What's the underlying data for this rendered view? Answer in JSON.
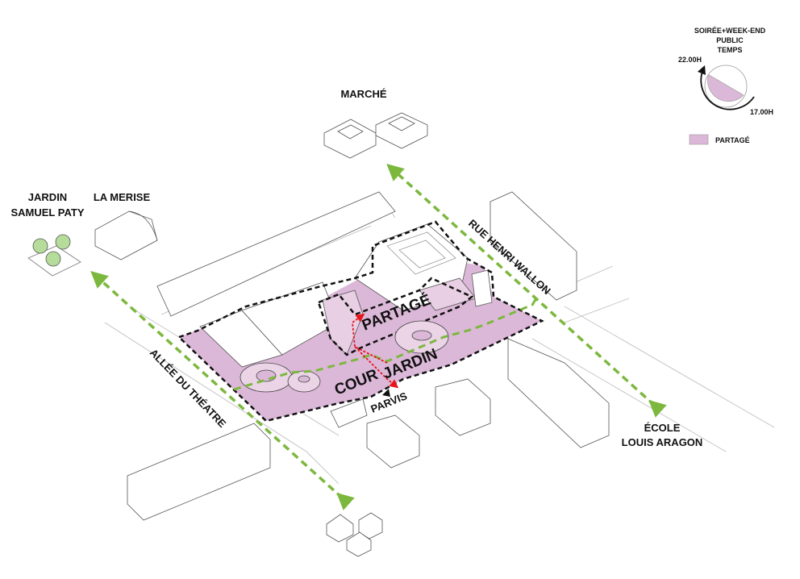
{
  "legend": {
    "title_line1": "SOIRÉE+WEEK-END",
    "title_line2": "PUBLIC",
    "title_line3": "TEMPS",
    "time_start": "22.00H",
    "time_end": "17.00H",
    "swatch_label": "PARTAGÉ"
  },
  "places": {
    "marche": "MARCHÉ",
    "jardin_line1": "JARDIN",
    "jardin_line2": "SAMUEL PATY",
    "la_merise": "LA MERISE",
    "ecole_line1": "ÉCOLE",
    "ecole_line2": "LOUIS ARAGON"
  },
  "streets": {
    "rue": "RUE HENRI WALLON",
    "allee": "ALLÉE DU THÉATRE"
  },
  "zones": {
    "partage": "PARTAGÉ",
    "cour": "COUR",
    "jardin": "JARDIN",
    "parvis": "PARVIS"
  },
  "colors": {
    "shared_fill": "#dcb8d8",
    "path_green": "#7cb83e",
    "flow_red": "#e8141b"
  }
}
